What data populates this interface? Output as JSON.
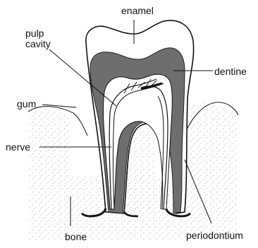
{
  "diagram": {
    "labels": {
      "enamel": "enamel",
      "pulp_line1": "pulp",
      "pulp_line2": "cavity",
      "dentine": "dentine",
      "gum": "gum",
      "nerve": "nerve",
      "bone": "bone",
      "periodontium": "periodontium"
    },
    "colors": {
      "dentine": "#6e6e6e",
      "enamel": "#ffffff",
      "pulp": "#ffffff",
      "outline": "#111111",
      "bone_speckle": "#8a8a8a"
    }
  }
}
